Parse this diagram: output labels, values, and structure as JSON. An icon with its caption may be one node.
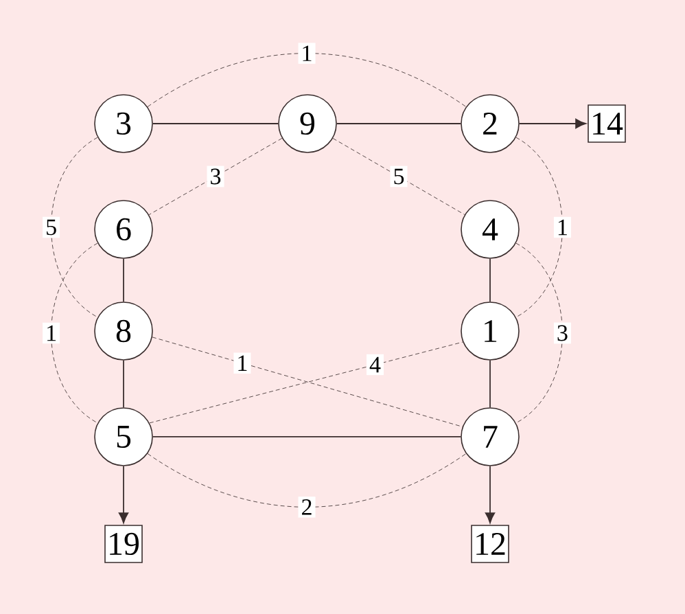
{
  "diagram": {
    "nodes": [
      {
        "text": [
          "3"
        ]
      },
      {
        "text": [
          "9"
        ]
      },
      {
        "text": [
          "2"
        ]
      },
      {
        "text": [
          "14"
        ]
      },
      {
        "text": [
          "6"
        ]
      },
      {
        "text": [
          "4"
        ]
      },
      {
        "text": [
          "8"
        ]
      },
      {
        "text": [
          "1"
        ]
      },
      {
        "text": [
          "5"
        ]
      },
      {
        "text": [
          "7"
        ]
      },
      {
        "text": [
          "19"
        ]
      },
      {
        "text": [
          "12"
        ]
      }
    ],
    "edges": [
      {
        "from": 0,
        "to": 1,
        "arrow": "none"
      },
      {
        "from": 1,
        "to": 2,
        "arrow": "none"
      },
      {
        "from": 2,
        "to": 3,
        "arrow": "to"
      },
      {
        "from": 1,
        "to": 4,
        "arrow": "none",
        "style": "dashed",
        "label": "3"
      },
      {
        "from": 1,
        "to": 5,
        "arrow": "none",
        "style": "dashed",
        "label": "5"
      },
      {
        "from": 0,
        "to": 2,
        "arrow": "none",
        "style": "dashed",
        "label": "1"
      },
      {
        "from": 0,
        "to": 6,
        "arrow": "none",
        "style": "dashed",
        "label": "5"
      },
      {
        "from": 4,
        "to": 8,
        "arrow": "none",
        "style": "dashed",
        "label": "1"
      },
      {
        "from": 2,
        "to": 7,
        "arrow": "none",
        "style": "dashed",
        "label": "1"
      },
      {
        "from": 5,
        "to": 9,
        "arrow": "none",
        "style": "dashed",
        "label": "3"
      },
      {
        "from": 4,
        "to": 6,
        "arrow": "none"
      },
      {
        "from": 6,
        "to": 8,
        "arrow": "none"
      },
      {
        "from": 5,
        "to": 7,
        "arrow": "none"
      },
      {
        "from": 7,
        "to": 9,
        "arrow": "none"
      },
      {
        "from": 8,
        "to": 9,
        "arrow": "none"
      },
      {
        "from": 6,
        "to": 9,
        "arrow": "none",
        "style": "dashed",
        "label": "1"
      },
      {
        "from": 8,
        "to": 7,
        "arrow": "none",
        "style": "dashed",
        "label": "4"
      },
      {
        "from": 8,
        "to": 9,
        "arrow": "none",
        "style": "dashed",
        "label": "2"
      },
      {
        "from": 8,
        "to": 10,
        "arrow": "to"
      },
      {
        "from": 9,
        "to": 11,
        "arrow": "to"
      }
    ]
  }
}
